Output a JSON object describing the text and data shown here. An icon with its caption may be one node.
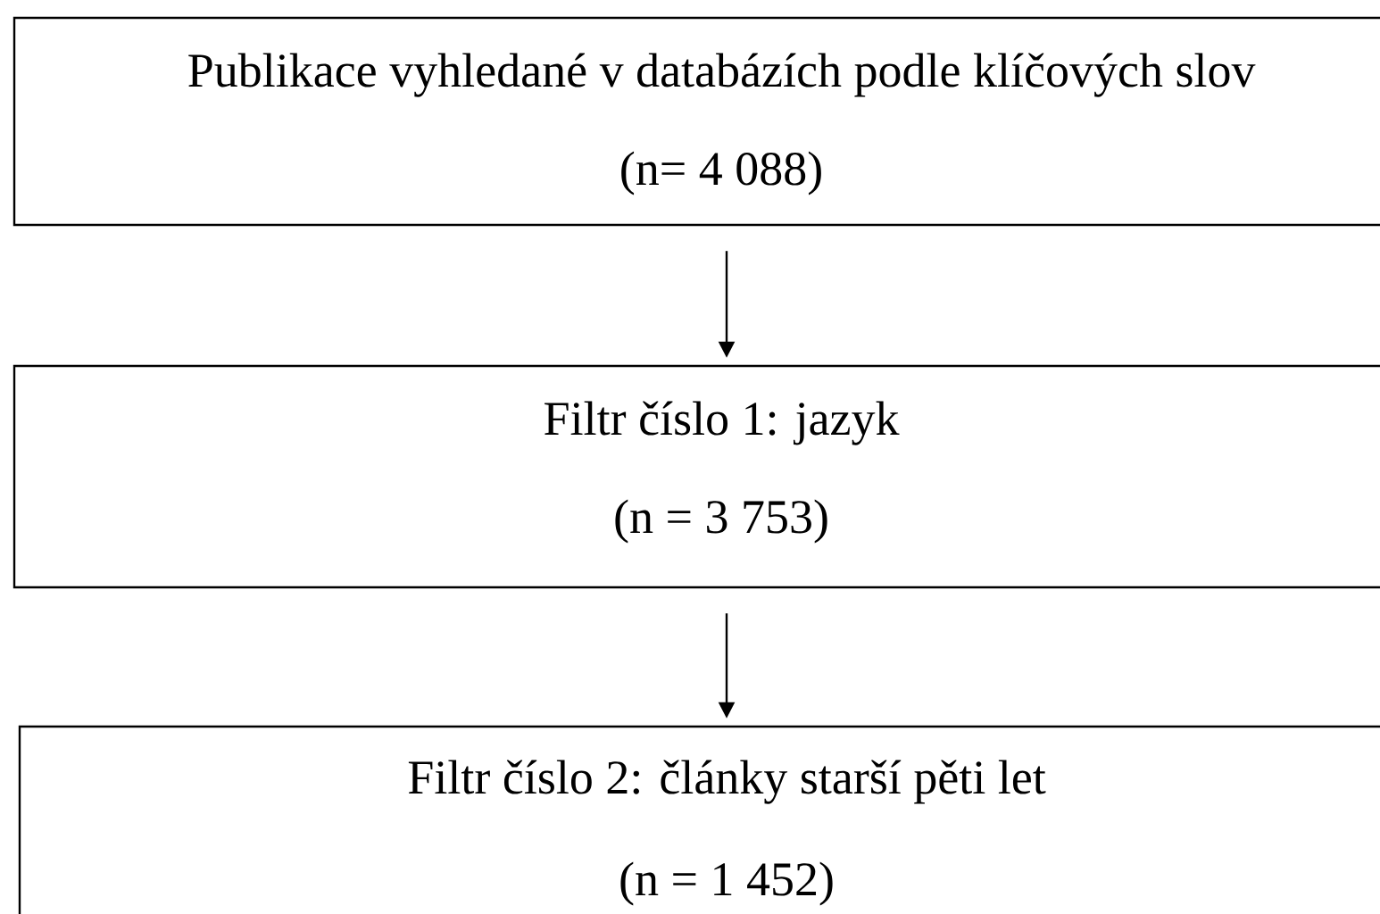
{
  "diagram": {
    "nodes": [
      {
        "text": [
          "Publikace vyhledané v databázích podle klíčových slov",
          "(n= 4 088)"
        ]
      },
      {
        "text": [
          "Filtr číslo 1: jazyk",
          "(n = 3 753)"
        ]
      },
      {
        "text": [
          "Filtr číslo 2: články starší pěti let",
          "(n = 1 452)"
        ]
      }
    ],
    "edges": [
      {
        "from": 0,
        "to": 1,
        "arrow": "to"
      },
      {
        "from": 1,
        "to": 2,
        "arrow": "to"
      }
    ]
  }
}
